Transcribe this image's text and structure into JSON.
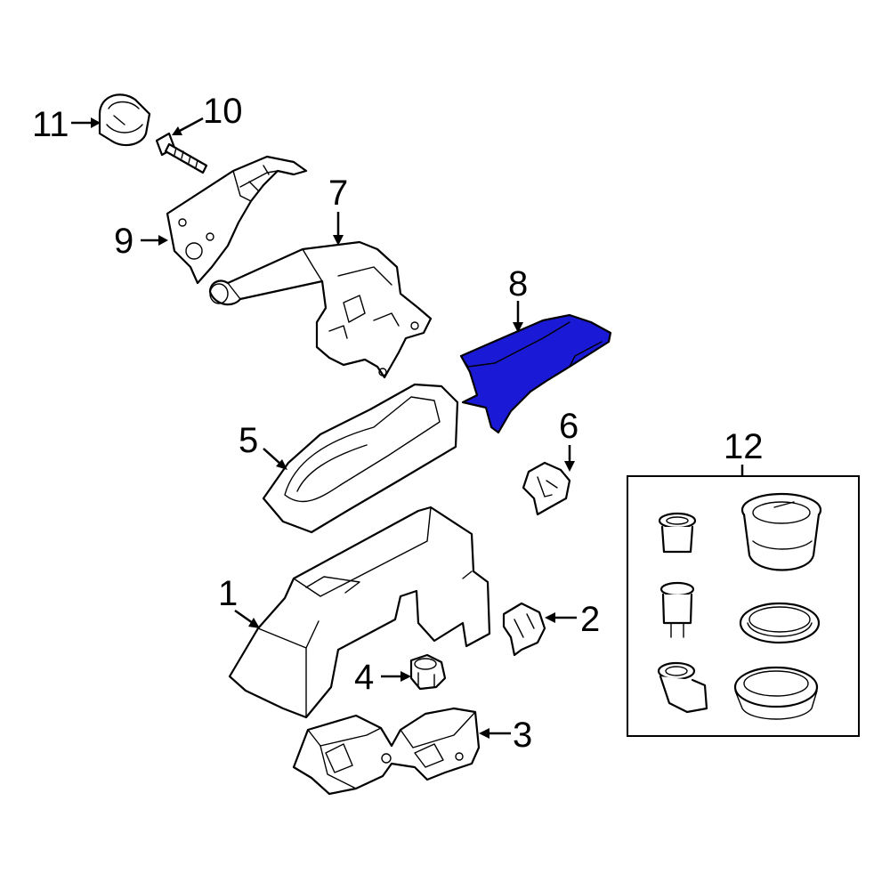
{
  "highlight_color": "#1a1ad6",
  "callouts": {
    "c1": "1",
    "c2": "2",
    "c3": "3",
    "c4": "4",
    "c5": "5",
    "c6": "6",
    "c7": "7",
    "c8": "8",
    "c9": "9",
    "c10": "10",
    "c11": "11",
    "c12": "12"
  },
  "highlighted_part": "8"
}
